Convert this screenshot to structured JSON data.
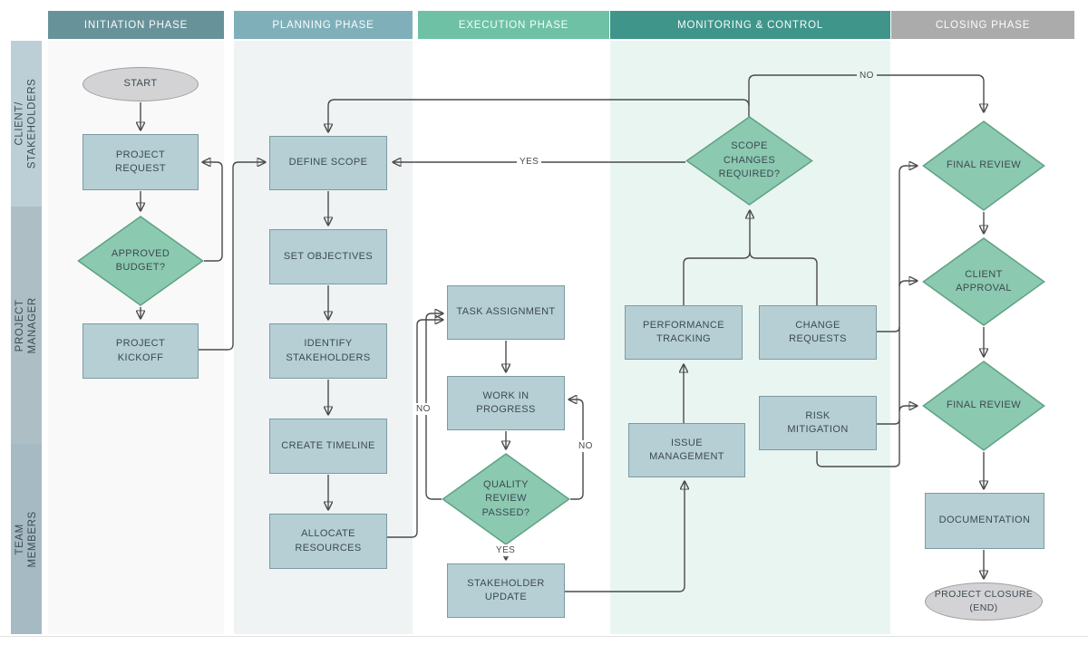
{
  "phases": [
    {
      "label": "INITIATION PHASE",
      "header_color": "#68929a",
      "body_color": "#f9f9f9"
    },
    {
      "label": "PLANNING PHASE",
      "header_color": "#7fb0ba",
      "body_color": "#f0f3f3"
    },
    {
      "label": "EXECUTION PHASE",
      "header_color": "#6ec1a4",
      "body_color": "#ffffff"
    },
    {
      "label": "MONITORING & CONTROL",
      "header_color": "#3f958a",
      "body_color": "#e9f5f1"
    },
    {
      "label": "CLOSING PHASE",
      "header_color": "#ababab",
      "body_color": "#ffffff"
    }
  ],
  "lanes": [
    {
      "label": "CLIENT/\nSTAKEHOLDERS",
      "color": "#bccfd6"
    },
    {
      "label": "PROJECT MANAGER",
      "color": "#aebec5"
    },
    {
      "label": "TEAM MEMBERS",
      "color": "#a6bac3"
    }
  ],
  "nodes": {
    "start": {
      "label": "START",
      "type": "terminator"
    },
    "project_request": {
      "label": "PROJECT\nREQUEST",
      "type": "process"
    },
    "approved_budget": {
      "label": "APPROVED\nBUDGET?",
      "type": "decision"
    },
    "project_kickoff": {
      "label": "PROJECT\nKICKOFF",
      "type": "process"
    },
    "define_scope": {
      "label": "DEFINE SCOPE",
      "type": "process"
    },
    "set_objectives": {
      "label": "SET OBJECTIVES",
      "type": "process"
    },
    "identify_stakeholders": {
      "label": "IDENTIFY\nSTAKEHOLDERS",
      "type": "process"
    },
    "create_timeline": {
      "label": "CREATE TIMELINE",
      "type": "process"
    },
    "allocate_resources": {
      "label": "ALLOCATE\nRESOURCES",
      "type": "process"
    },
    "task_assignment": {
      "label": "TASK ASSIGNMENT",
      "type": "process"
    },
    "work_in_progress": {
      "label": "WORK IN\nPROGRESS",
      "type": "process"
    },
    "quality_review": {
      "label": "QUALITY\nREVIEW\nPASSED?",
      "type": "decision"
    },
    "stakeholder_update": {
      "label": "STAKEHOLDER\nUPDATE",
      "type": "process"
    },
    "scope_changes": {
      "label": "SCOPE\nCHANGES\nREQUIRED?",
      "type": "decision"
    },
    "performance_tracking": {
      "label": "PERFORMANCE\nTRACKING",
      "type": "process"
    },
    "change_requests": {
      "label": "CHANGE\nREQUESTS",
      "type": "process"
    },
    "issue_management": {
      "label": "ISSUE\nMANAGEMENT",
      "type": "process"
    },
    "risk_mitigation": {
      "label": "RISK\nMITIGATION",
      "type": "process"
    },
    "final_review_1": {
      "label": "FINAL REVIEW",
      "type": "decision"
    },
    "client_approval": {
      "label": "CLIENT\nAPPROVAL",
      "type": "decision"
    },
    "final_review_2": {
      "label": "FINAL REVIEW",
      "type": "decision"
    },
    "documentation": {
      "label": "DOCUMENTATION",
      "type": "process"
    },
    "project_closure": {
      "label": "PROJECT CLOSURE\n(END)",
      "type": "terminator"
    }
  },
  "edge_labels": {
    "scope_yes": "YES",
    "scope_no": "NO",
    "quality_no_reassign": "NO",
    "quality_no_rework": "NO",
    "quality_yes": "YES"
  },
  "colors": {
    "process_fill": "#b5cfd5",
    "process_border": "#7b9aa1",
    "decision_fill": "#8bc9b1",
    "decision_border": "#5fa183",
    "terminator_fill": "#d3d3d5",
    "terminator_border": "#9e9ea1",
    "connector": "#4a4a4a",
    "text": "#3d4a51"
  }
}
